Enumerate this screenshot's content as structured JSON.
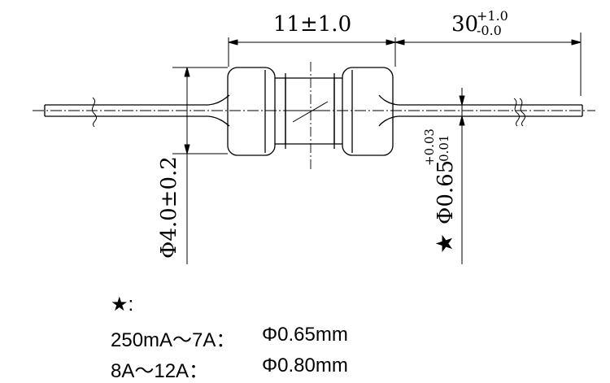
{
  "dimensions": {
    "body_length": "11±1.0",
    "lead_length": {
      "nominal": "30",
      "tol_plus": "+1.0",
      "tol_minus": "-0.0"
    },
    "body_diameter": "Φ4.0±0.2",
    "lead_diameter": {
      "nominal": "Φ0.65",
      "tol_plus": "+0.03",
      "tol_minus": "-0.01",
      "marker": "★"
    }
  },
  "note": {
    "marker": "★:",
    "rows": [
      {
        "range": "250mA～7A：",
        "diameter": "Φ0.65mm"
      },
      {
        "range": "8A～12A：",
        "diameter": "Φ0.80mm"
      }
    ]
  },
  "colors": {
    "line": "#000000",
    "background": "#ffffff"
  }
}
